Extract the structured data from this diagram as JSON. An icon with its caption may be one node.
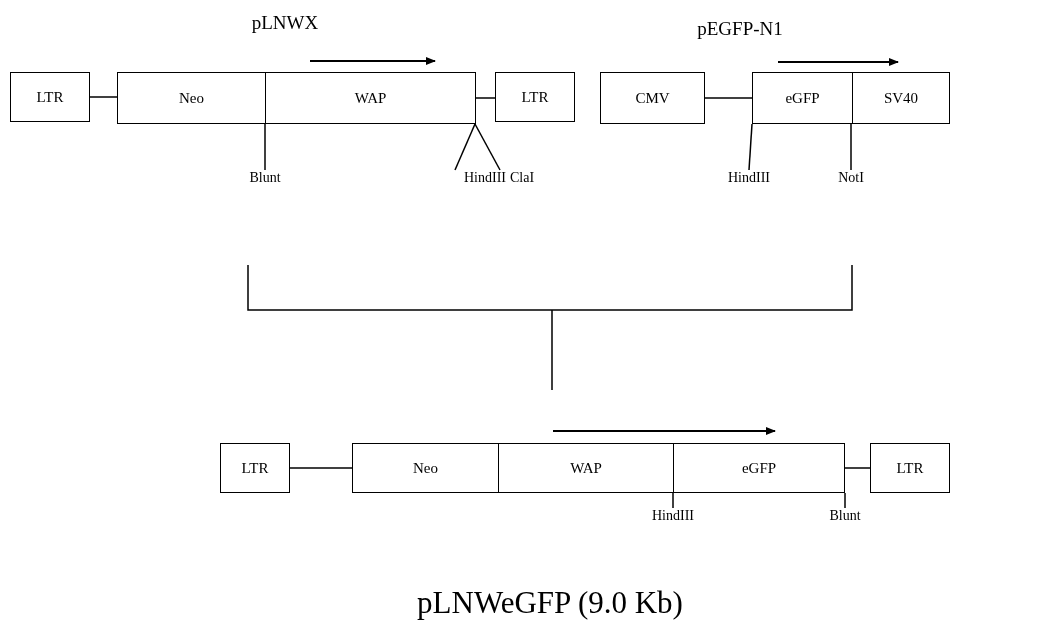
{
  "diagram": {
    "caption": "pLNWeGFP (9.0 Kb)",
    "nodes": [
      {
        "text": [
          "LTR"
        ]
      },
      {
        "text": [
          "Neo"
        ]
      },
      {
        "text": [
          "WAP"
        ]
      },
      {
        "text": [
          "LTR"
        ]
      },
      {
        "text": [
          "CMV"
        ]
      },
      {
        "text": [
          "eGFP"
        ]
      },
      {
        "text": [
          "SV40"
        ]
      },
      {
        "text": [
          "LTR"
        ]
      },
      {
        "text": [
          "Neo"
        ]
      },
      {
        "text": [
          "WAP"
        ]
      },
      {
        "text": [
          "eGFP"
        ]
      },
      {
        "text": [
          "LTR"
        ]
      },
      {
        "text": [
          "Blunt"
        ]
      },
      {
        "text": [
          "HindIII"
        ]
      },
      {
        "text": [
          "ClaI"
        ]
      },
      {
        "text": [
          "HindIII"
        ]
      },
      {
        "text": [
          "NotI"
        ]
      },
      {
        "text": [
          "HindIII"
        ]
      },
      {
        "text": [
          "Blunt"
        ]
      }
    ],
    "edges": [
      {
        "from": 0,
        "to": 1,
        "arrow": "none"
      },
      {
        "from": 2,
        "to": 3,
        "arrow": "none"
      },
      {
        "from": 4,
        "to": 5,
        "arrow": "none"
      },
      {
        "from": 7,
        "to": 8,
        "arrow": "none"
      },
      {
        "from": 10,
        "to": 11,
        "arrow": "none"
      },
      {
        "from": 12,
        "to": 1,
        "arrow": "none"
      },
      {
        "from": 13,
        "to": 2,
        "arrow": "none"
      },
      {
        "from": 14,
        "to": 2,
        "arrow": "none"
      },
      {
        "from": 15,
        "to": 5,
        "arrow": "none"
      },
      {
        "from": 16,
        "to": 6,
        "arrow": "none"
      },
      {
        "from": 17,
        "to": 10,
        "arrow": "none"
      },
      {
        "from": 18,
        "to": 10,
        "arrow": "none"
      }
    ],
    "labels": [
      "pLNWX",
      "pEGFP-N1"
    ]
  }
}
